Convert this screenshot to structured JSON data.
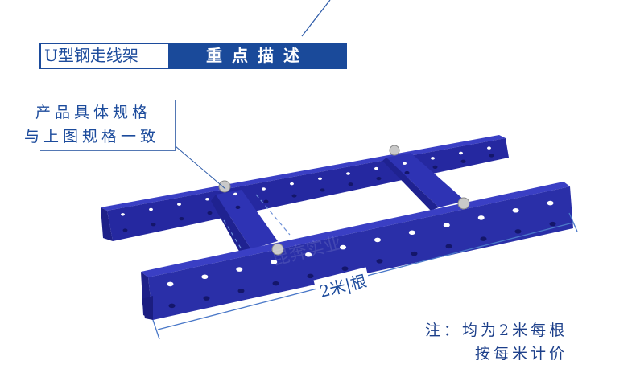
{
  "header": {
    "product_name": "U型钢走线架",
    "section_label": "重点描述"
  },
  "callout": {
    "line1": "产品具体规格",
    "line2": "与上图规格一致"
  },
  "dimension": {
    "label": "2米|根"
  },
  "note": {
    "line1": "注：均为2米每根",
    "line2": "按每米计价"
  },
  "watermark": "昆奔实业",
  "colors": {
    "brand_blue": "#1a4a9a",
    "steel_blue": "#2a2fa8"
  }
}
